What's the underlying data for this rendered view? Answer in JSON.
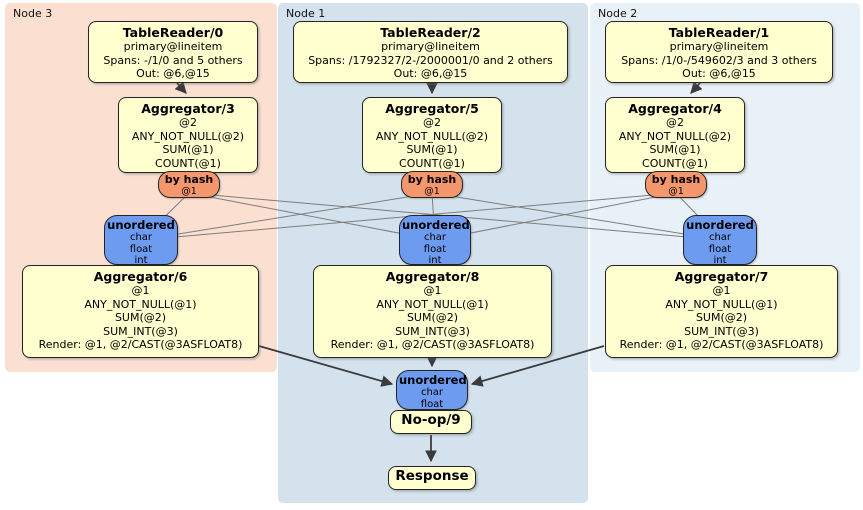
{
  "colors": {
    "node3_bg": "#fbe0d2",
    "node1_bg": "#d3e2ec",
    "node2_bg": "#e9f1f8",
    "box_fill": "#ffffcf",
    "hash_fill": "#f4976c",
    "sync_fill": "#6d9bf0",
    "edge_thin": "#7d7d7d",
    "edge_thick": "#3b3b3b"
  },
  "regions": {
    "node3": {
      "label": "Node 3"
    },
    "node1": {
      "label": "Node 1"
    },
    "node2": {
      "label": "Node 2"
    }
  },
  "nodes": {
    "tr0": {
      "title": "TableReader/0",
      "lines": [
        "primary@lineitem",
        "Spans: -/1/0 and 5 others",
        "Out: @6,@15"
      ]
    },
    "tr2": {
      "title": "TableReader/2",
      "lines": [
        "primary@lineitem",
        "Spans: /1792327/2-/2000001/0 and 2 others",
        "Out: @6,@15"
      ]
    },
    "tr1": {
      "title": "TableReader/1",
      "lines": [
        "primary@lineitem",
        "Spans: /1/0-/549602/3 and 3 others",
        "Out: @6,@15"
      ]
    },
    "agg3": {
      "title": "Aggregator/3",
      "lines": [
        "@2",
        "ANY_NOT_NULL(@2)",
        "SUM(@1)",
        "COUNT(@1)"
      ]
    },
    "agg5": {
      "title": "Aggregator/5",
      "lines": [
        "@2",
        "ANY_NOT_NULL(@2)",
        "SUM(@1)",
        "COUNT(@1)"
      ]
    },
    "agg4": {
      "title": "Aggregator/4",
      "lines": [
        "@2",
        "ANY_NOT_NULL(@2)",
        "SUM(@1)",
        "COUNT(@1)"
      ]
    },
    "router3": {
      "title": "by hash",
      "lines": [
        "@1"
      ]
    },
    "router5": {
      "title": "by hash",
      "lines": [
        "@1"
      ]
    },
    "router4": {
      "title": "by hash",
      "lines": [
        "@1"
      ]
    },
    "sync_n3": {
      "title": "unordered",
      "lines": [
        "char",
        "float",
        "int"
      ]
    },
    "sync_n1": {
      "title": "unordered",
      "lines": [
        "char",
        "float",
        "int"
      ]
    },
    "sync_n2": {
      "title": "unordered",
      "lines": [
        "char",
        "float",
        "int"
      ]
    },
    "agg6": {
      "title": "Aggregator/6",
      "lines": [
        "@1",
        "ANY_NOT_NULL(@1)",
        "SUM(@2)",
        "SUM_INT(@3)",
        "Render: @1, @2/CAST(@3ASFLOAT8)"
      ]
    },
    "agg8": {
      "title": "Aggregator/8",
      "lines": [
        "@1",
        "ANY_NOT_NULL(@1)",
        "SUM(@2)",
        "SUM_INT(@3)",
        "Render: @1, @2/CAST(@3ASFLOAT8)"
      ]
    },
    "agg7": {
      "title": "Aggregator/7",
      "lines": [
        "@1",
        "ANY_NOT_NULL(@1)",
        "SUM(@2)",
        "SUM_INT(@3)",
        "Render: @1, @2/CAST(@3ASFLOAT8)"
      ]
    },
    "sync_final": {
      "title": "unordered",
      "lines": [
        "char",
        "float"
      ]
    },
    "noop": {
      "title": "No-op/9"
    },
    "response": {
      "title": "Response"
    }
  }
}
